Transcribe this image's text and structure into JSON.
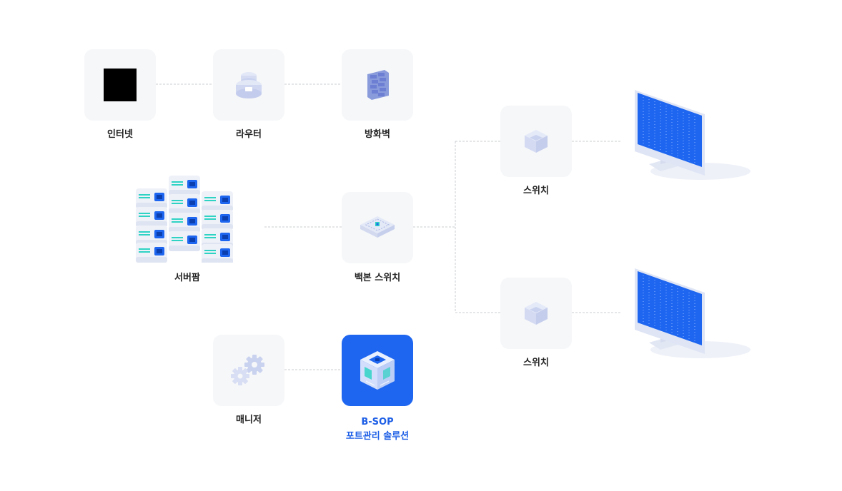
{
  "nodes": {
    "internet": {
      "label": "인터넷",
      "icon": "internet-icon"
    },
    "router": {
      "label": "라우터",
      "icon": "router-icon"
    },
    "firewall": {
      "label": "방화벽",
      "icon": "firewall-icon"
    },
    "server_farm": {
      "label": "서버팜",
      "icon": "server-farm-icon"
    },
    "backbone_switch": {
      "label": "백본 스위치",
      "icon": "backbone-switch-icon"
    },
    "switch_top": {
      "label": "스위치",
      "icon": "switch-icon"
    },
    "switch_bottom": {
      "label": "스위치",
      "icon": "switch-icon"
    },
    "manager": {
      "label": "매니저",
      "icon": "gears-icon"
    },
    "bsop": {
      "label_line1": "B-SOP",
      "label_line2": "포트관리 솔루션",
      "icon": "bsop-cube-icon"
    },
    "monitor_top": {
      "icon": "monitor-icon"
    },
    "monitor_bottom": {
      "icon": "monitor-icon"
    }
  },
  "colors": {
    "accent": "#1e66f0",
    "accent_text": "#1e5fe6",
    "tile_bg": "#f6f7f9",
    "line": "#c8ccd2",
    "icon_light": "#c9d2ef"
  }
}
